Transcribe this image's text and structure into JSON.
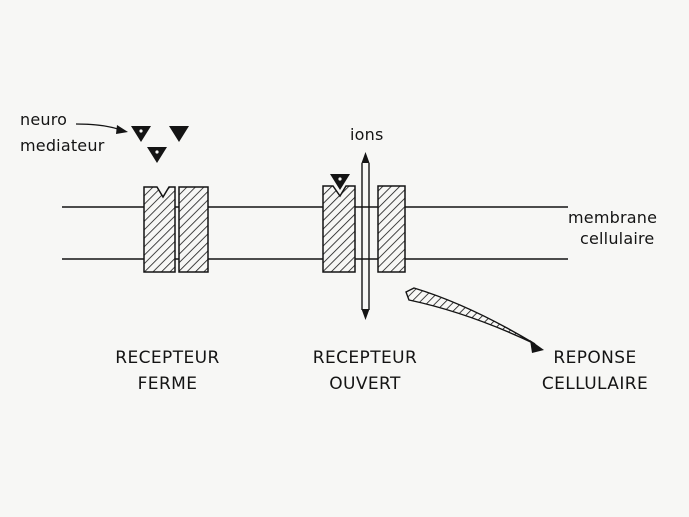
{
  "diagram": {
    "labels": {
      "neuro": "neuro",
      "mediateur": "mediateur",
      "ions": "ions",
      "membrane": "membrane",
      "cellulaire": "cellulaire"
    },
    "captions": {
      "closed": {
        "line1": "RECEPTEUR",
        "line2": "FERME"
      },
      "open": {
        "line1": "RECEPTEUR",
        "line2": "OUVERT"
      },
      "response": {
        "line1": "REPONSE",
        "line2": "CELLULAIRE"
      }
    },
    "colors": {
      "ink": "#141414",
      "paper": "#f7f7f5"
    }
  }
}
